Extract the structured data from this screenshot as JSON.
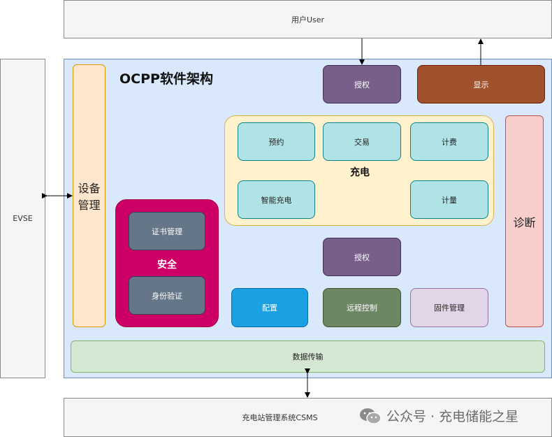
{
  "user_label": "用户User",
  "evse_label": "EVSE",
  "csms_label": "充电站管理系统CSMS",
  "title": "OCPP软件架构",
  "device_mgmt": "设备管理",
  "auth_top": "授权",
  "display": "显示",
  "charging": {
    "title": "充电",
    "reservation": "预约",
    "transaction": "交易",
    "tariff": "计费",
    "smart_charging": "智能充电",
    "metering": "计量"
  },
  "security": {
    "title": "安全",
    "cert_mgmt": "证书管理",
    "identity_verify": "身份验证"
  },
  "diagnostics": "诊断",
  "auth_mid": "授权",
  "config": "配置",
  "remote_control": "远程控制",
  "firmware_mgmt": "固件管理",
  "data_transfer": "数据传输",
  "watermark": "公众号 · 充电储能之星"
}
